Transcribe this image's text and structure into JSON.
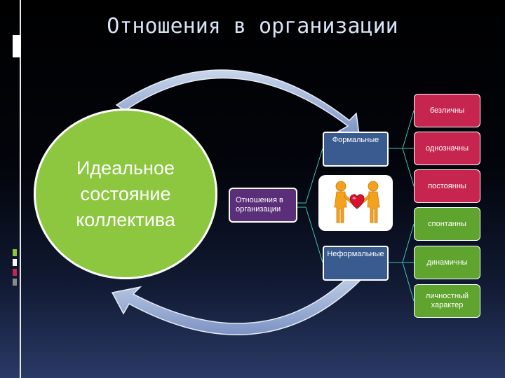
{
  "slide": {
    "title": "Отношения в организации",
    "center_circle_lines": [
      "Идеальное",
      "состояние",
      "коллектива"
    ],
    "root_node": "Отношения в организации",
    "branches": [
      {
        "label": "Формальные",
        "children": [
          "безличны",
          "однозначны",
          "постоянны"
        ]
      },
      {
        "label": "Неформальные",
        "children": [
          "спонтанны",
          "динамичны",
          "личностный характер"
        ]
      }
    ]
  },
  "colors": {
    "circle": "#8dc63f",
    "root": "#5a2e78",
    "branch": "#3a5b8f",
    "formal_leaf": "#c62550",
    "informal_leaf": "#5fa42e",
    "connector": "#3fc4b0"
  },
  "icons": [
    "two-figures-with-heart-icon"
  ]
}
